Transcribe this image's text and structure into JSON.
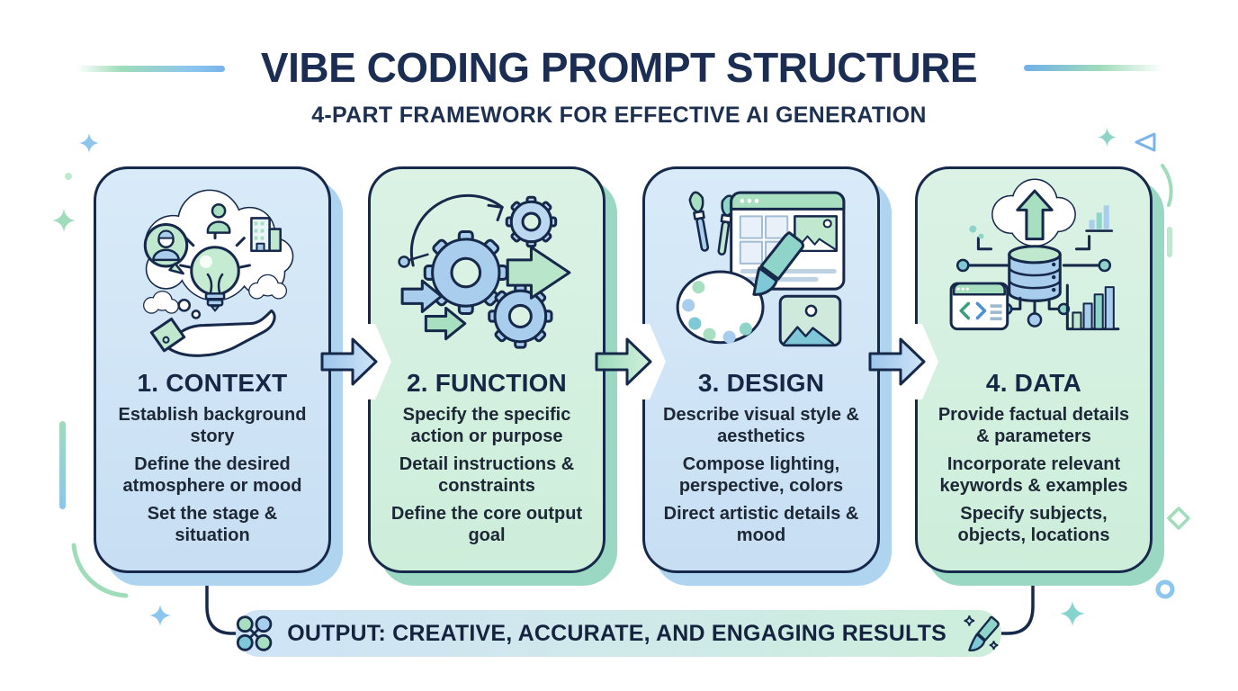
{
  "header": {
    "title": "VIBE CODING PROMPT STRUCTURE",
    "subtitle": "4-PART FRAMEWORK FOR EFFECTIVE AI GENERATION"
  },
  "cards": [
    {
      "id": "context",
      "heading": "1. CONTEXT",
      "icon": "hand-lightbulb-cloud-icon",
      "theme": "blue",
      "lines": [
        "Establish background story",
        "Define the desired atmosphere or mood",
        "Set the stage & situation"
      ]
    },
    {
      "id": "function",
      "heading": "2. FUNCTION",
      "icon": "gears-arrows-icon",
      "theme": "green",
      "lines": [
        "Specify the specific action or purpose",
        "Detail instructions & constraints",
        "Define the core output goal"
      ]
    },
    {
      "id": "design",
      "heading": "3. DESIGN",
      "icon": "palette-brush-browser-icon",
      "theme": "blue",
      "lines": [
        "Describe visual style & aesthetics",
        "Compose lighting, perspective, colors",
        "Direct artistic details & mood"
      ]
    },
    {
      "id": "data",
      "heading": "4. DATA",
      "icon": "cloud-database-chart-icon",
      "theme": "green",
      "lines": [
        "Provide factual details & parameters",
        "Incorporate relevant keywords & examples",
        "Specify subjects, objects, locations"
      ]
    }
  ],
  "flow_arrows": [
    "blue",
    "green",
    "blue"
  ],
  "output_bar": {
    "label": "OUTPUT: CREATIVE, ACCURATE, AND ENGAGING RESULTS",
    "left_icon": "nodes-network-icon",
    "right_icon": "paintbrush-sparkles-icon"
  },
  "decorations": [
    "gradient-line",
    "sparkle",
    "triangle-outline",
    "arc-line",
    "diamond-outline",
    "circle-outline",
    "dot"
  ],
  "colors": {
    "title_navy": "#1b2d52",
    "outline_navy": "#16294a",
    "body_text": "#1d2735",
    "card_blue": "#cfe4f7",
    "card_green": "#d8f1e2",
    "shadow_blue": "#aed4f0",
    "shadow_green": "#9bd8c3",
    "accent_blue": "#a9cdec",
    "accent_green": "#a9dfc1",
    "accent_teal": "#7fc8d8"
  }
}
